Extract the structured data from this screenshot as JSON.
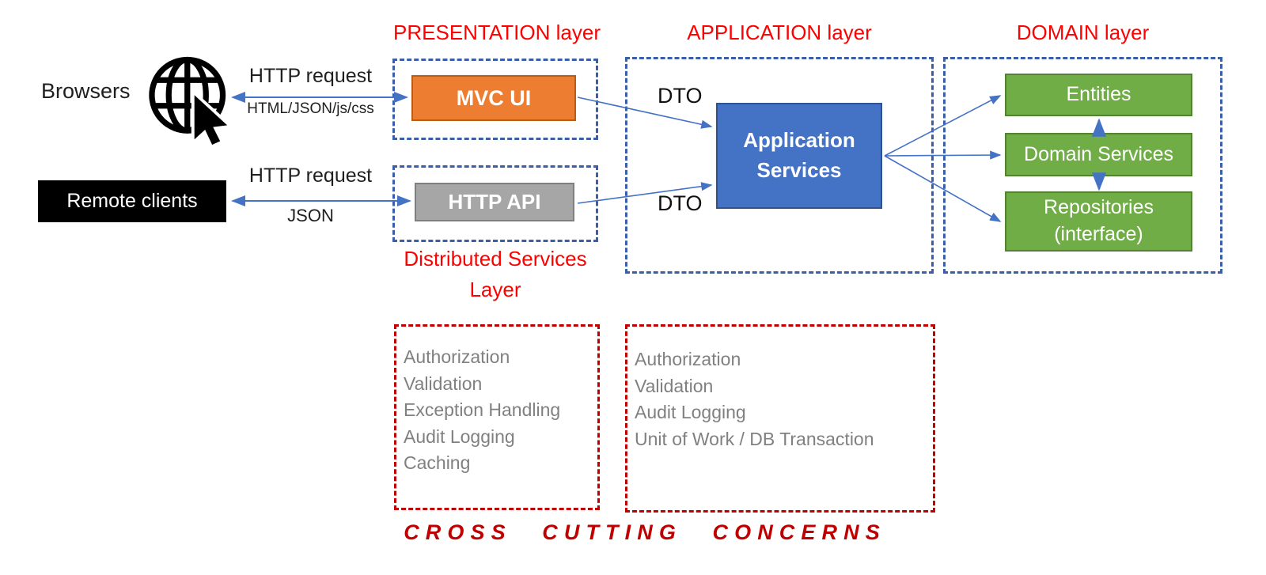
{
  "colors": {
    "arrow_blue": "#4472C4",
    "dashed_blue": "#3A5FA8",
    "dashed_red": "#C00000",
    "title_red": "#FF0000",
    "orange_fill": "#ED7D31",
    "gray_fill": "#A6A6A6",
    "blue_fill": "#4472C4",
    "green_fill": "#70AD47",
    "muted_text": "#808080"
  },
  "left": {
    "browsers_label": "Browsers",
    "globe_icon": "globe-with-cursor-icon",
    "remote_clients_label": "Remote clients",
    "browser_link": {
      "top_label": "HTTP request",
      "bottom_label": "HTML/JSON/js/css"
    },
    "remote_link": {
      "top_label": "HTTP request",
      "bottom_label": "JSON"
    }
  },
  "presentation": {
    "title": "PRESENTATION layer",
    "mvc_ui_label": "MVC UI",
    "http_api_label": "HTTP API",
    "distributed_services_title": "Distributed Services Layer"
  },
  "application": {
    "title": "APPLICATION layer",
    "app_services_label": "Application Services",
    "dto_top_label": "DTO",
    "dto_bottom_label": "DTO"
  },
  "domain": {
    "title": "DOMAIN layer",
    "boxes": [
      "Entities",
      "Domain Services",
      "Repositories (interface)"
    ]
  },
  "cross_cutting": {
    "left_box_items": [
      "Authorization",
      "Validation",
      "Exception Handling",
      "Audit Logging",
      "Caching"
    ],
    "right_box_items": [
      "Authorization",
      "Validation",
      "Audit Logging",
      "Unit of Work / DB Transaction"
    ],
    "footer": "CROSS CUTTING CONCERNS"
  }
}
